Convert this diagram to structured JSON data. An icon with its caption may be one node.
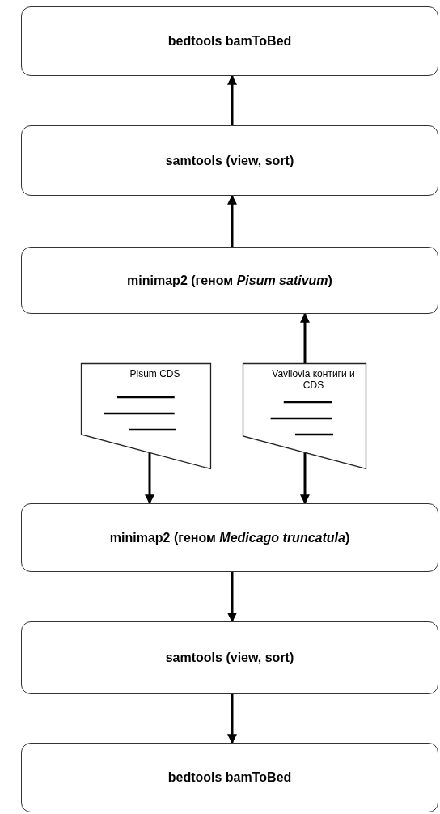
{
  "diagram": {
    "nodes": [
      {
        "text": [
          "bedtools bamToBed"
        ]
      },
      {
        "text": [
          "samtools (view, sort)"
        ]
      },
      {
        "text": [
          "minimap2 (геном *Pisum sativum*)"
        ]
      },
      {
        "text": [
          "Pisum CDS"
        ]
      },
      {
        "text": [
          "Vavilovia контиги и CDS"
        ]
      },
      {
        "text": [
          "minimap2 (геном *Medicago truncatula*)"
        ]
      },
      {
        "text": [
          "samtools (view, sort)"
        ]
      },
      {
        "text": [
          "bedtools bamToBed"
        ]
      }
    ],
    "edges": [
      {
        "from": 1,
        "to": 0,
        "arrow": "to"
      },
      {
        "from": 2,
        "to": 1,
        "arrow": "to"
      },
      {
        "from": 4,
        "to": 2,
        "arrow": "to"
      },
      {
        "from": 3,
        "to": 5,
        "arrow": "to"
      },
      {
        "from": 4,
        "to": 5,
        "arrow": "to"
      },
      {
        "from": 5,
        "to": 6,
        "arrow": "to"
      },
      {
        "from": 6,
        "to": 7,
        "arrow": "to"
      }
    ]
  }
}
